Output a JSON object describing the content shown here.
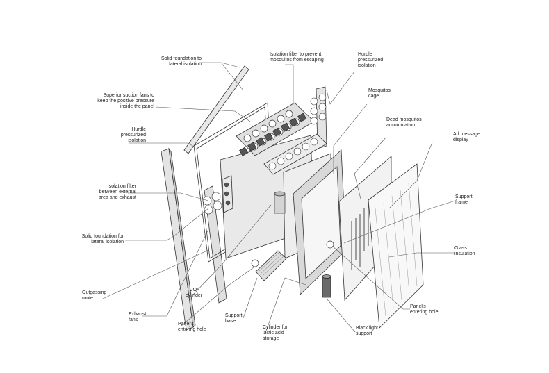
{
  "labels": {
    "solid_foundation_top": "Solid foundation to\nlateral isolation",
    "isolation_filter_mosquitos": "Isolation filter to prevent\nmosquitos from escaping",
    "hurdle_pressurized_top": "Hurdle\npressurized\nisolation",
    "superior_suction_fans": "Superior suction fans to\nkeep the positive pressure\ninside the panel",
    "mosquitos_cage": "Mosquitos\ncage",
    "dead_mosquitos": "Dead mosquitos\naccumulation",
    "hurdle_pressurized_left": "Hurdle\npressurized\nisolation",
    "ad_message_display": "Ad message\ndisplay",
    "isolation_filter_external": "Isolation filter\nbetween external\narea and exhaust",
    "support_frame": "Support\nframe",
    "solid_foundation_lateral": "Solid foundation for\nlateral isolation",
    "glass_insulation": "Glass\ninsulation",
    "outgassing_route": "Outgassing\nroute",
    "co2_cylinder": "CO² \ncylinder",
    "exhaust_fans": "Exhaust\nfans",
    "support_base": "Support\nbase",
    "panels_entering_hole_left": "Panel's\nentering hole",
    "cylinder_lactic_acid": "Cylinder for\nlactic acid\nstorage",
    "panels_entering_hole_right": "Panel's\nentering hole",
    "black_light_support": "Black light\nsupport"
  },
  "colors": {
    "line": "#333333",
    "panel_fill": "#e6e6e6",
    "panel_dark": "#cfcfcf",
    "frame_fill": "#dcdcdc"
  }
}
